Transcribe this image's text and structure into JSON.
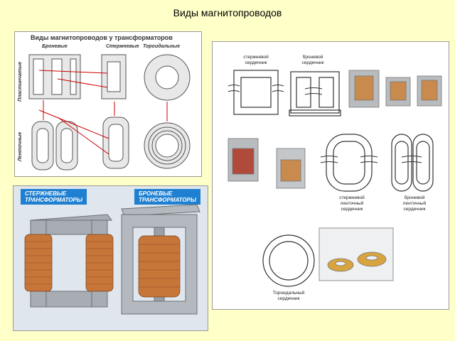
{
  "slide": {
    "title": "Виды магнитопроводов"
  },
  "panel_top_left": {
    "title": "Виды магнитопроводов у трансформаторов",
    "col_labels": [
      "Броневые",
      "Стержневые",
      "Тороидальные"
    ],
    "row_labels": [
      "Пластинчатые",
      "Ленточные"
    ]
  },
  "panel_bottom_left": {
    "banner_left": [
      "СТЕРЖНЕВЫЕ",
      "ТРАНСФОРМАТОРЫ"
    ],
    "banner_right": [
      "БРОНЕВЫЕ",
      "ТРАНСФОРМАТОРЫ"
    ],
    "colors": {
      "banner_left": "#1f7fd0",
      "banner_right": "#1f7fd0",
      "copper": "#c7763a",
      "steel": "#9aa0a6"
    }
  },
  "panel_right": {
    "captions": {
      "rod_core": [
        "стержневой",
        "сердечник"
      ],
      "shell_core": [
        "броневой",
        "сердечник"
      ],
      "tape_rod_core": [
        "стержневой",
        "ленточный",
        "сердечник"
      ],
      "tape_shell_core": [
        "броневой",
        "ленточный",
        "сердечник"
      ],
      "toroid_core": [
        "Тороидальный",
        "сердечник"
      ]
    }
  }
}
